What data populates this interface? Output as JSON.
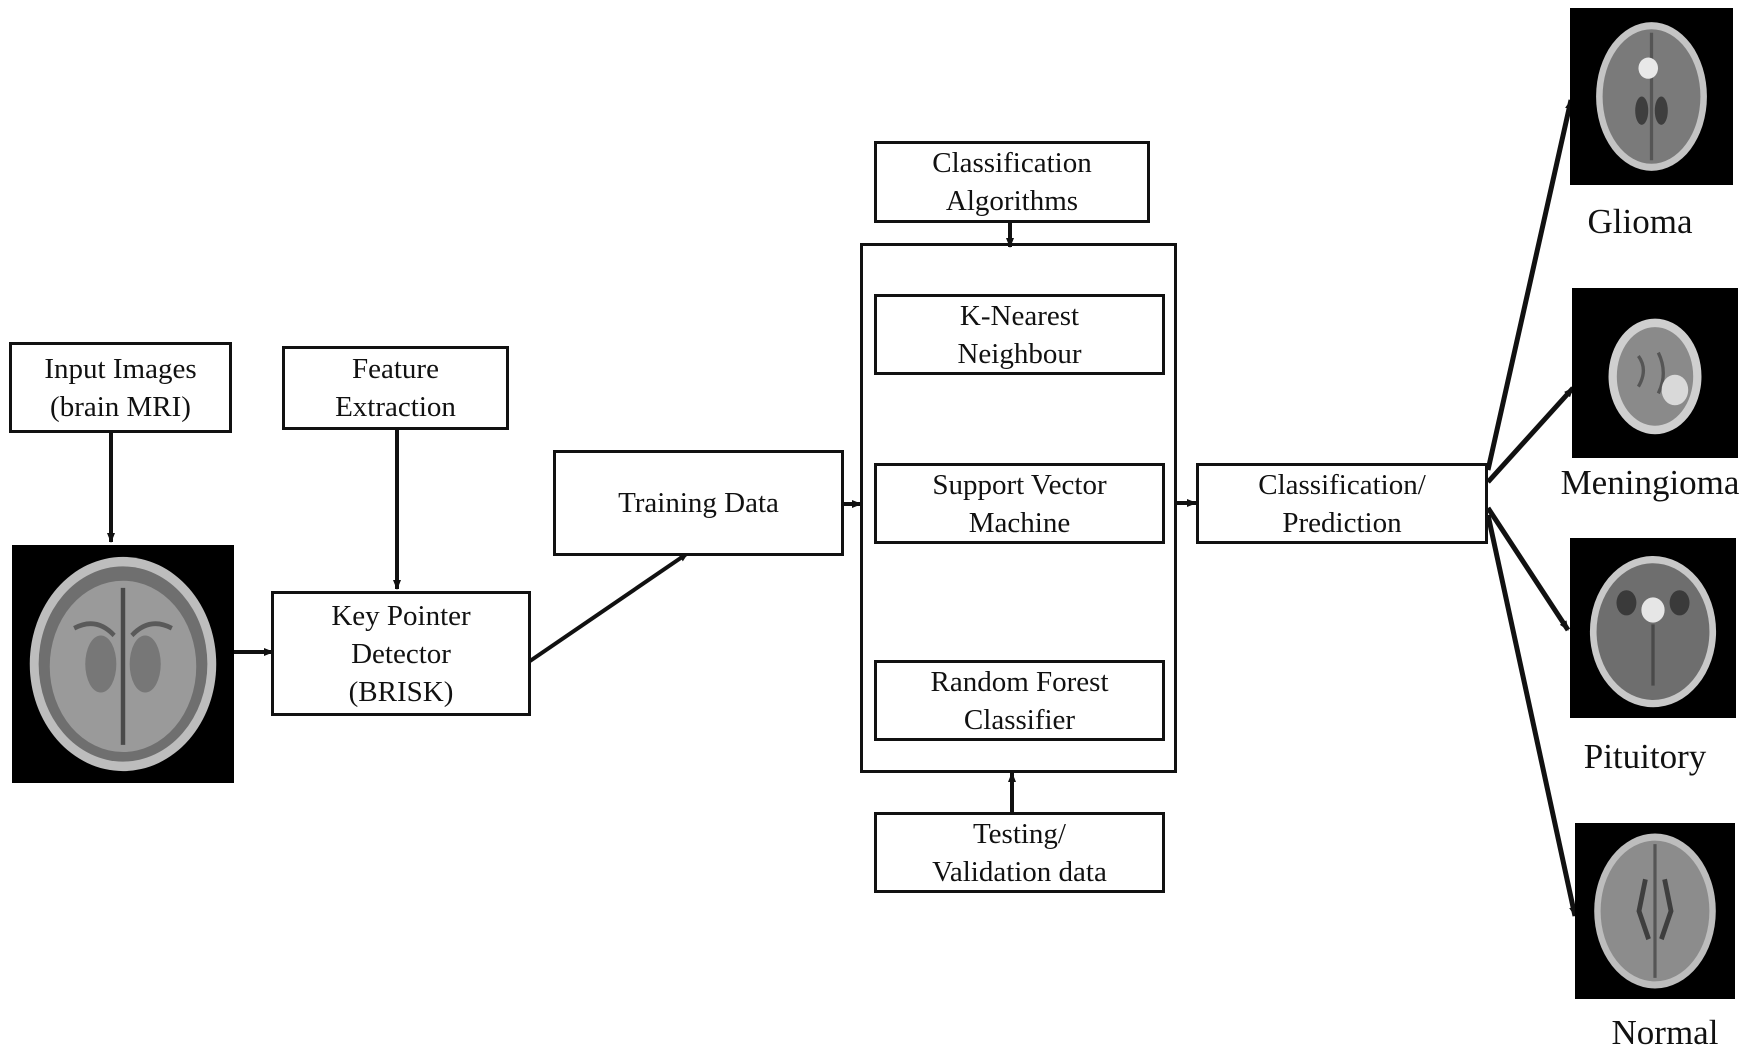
{
  "nodes": {
    "input_images": "Input Images\n(brain MRI)",
    "feature_extraction": "Feature\nExtraction",
    "key_pointer_detector": "Key Pointer\nDetector\n(BRISK)",
    "training_data": "Training Data",
    "classification_algorithms": "Classification\nAlgorithms",
    "knn": "K-Nearest\nNeighbour",
    "svm": "Support Vector\nMachine",
    "random_forest": "Random Forest\nClassifier",
    "testing_validation": "Testing/\nValidation data",
    "classification_prediction": "Classification/\nPrediction"
  },
  "outputs": [
    "Glioma",
    "Meningioma",
    "Pituitory",
    "Normal"
  ],
  "edges": [
    {
      "from": "Input Images (brain MRI)",
      "to": "MRI input image"
    },
    {
      "from": "Feature Extraction",
      "to": "Key Pointer Detector (BRISK)"
    },
    {
      "from": "MRI input image",
      "to": "Key Pointer Detector (BRISK)"
    },
    {
      "from": "Key Pointer Detector (BRISK)",
      "to": "Training Data"
    },
    {
      "from": "Training Data",
      "to": "Classification Algorithms group"
    },
    {
      "from": "Classification Algorithms",
      "to": "Classification Algorithms group"
    },
    {
      "from": "Testing/ Validation data",
      "to": "Classification Algorithms group"
    },
    {
      "from": "Classification Algorithms group",
      "to": "Classification/ Prediction"
    },
    {
      "from": "Classification/ Prediction",
      "to": "Glioma"
    },
    {
      "from": "Classification/ Prediction",
      "to": "Meningioma"
    },
    {
      "from": "Classification/ Prediction",
      "to": "Pituitory"
    },
    {
      "from": "Classification/ Prediction",
      "to": "Normal"
    }
  ]
}
